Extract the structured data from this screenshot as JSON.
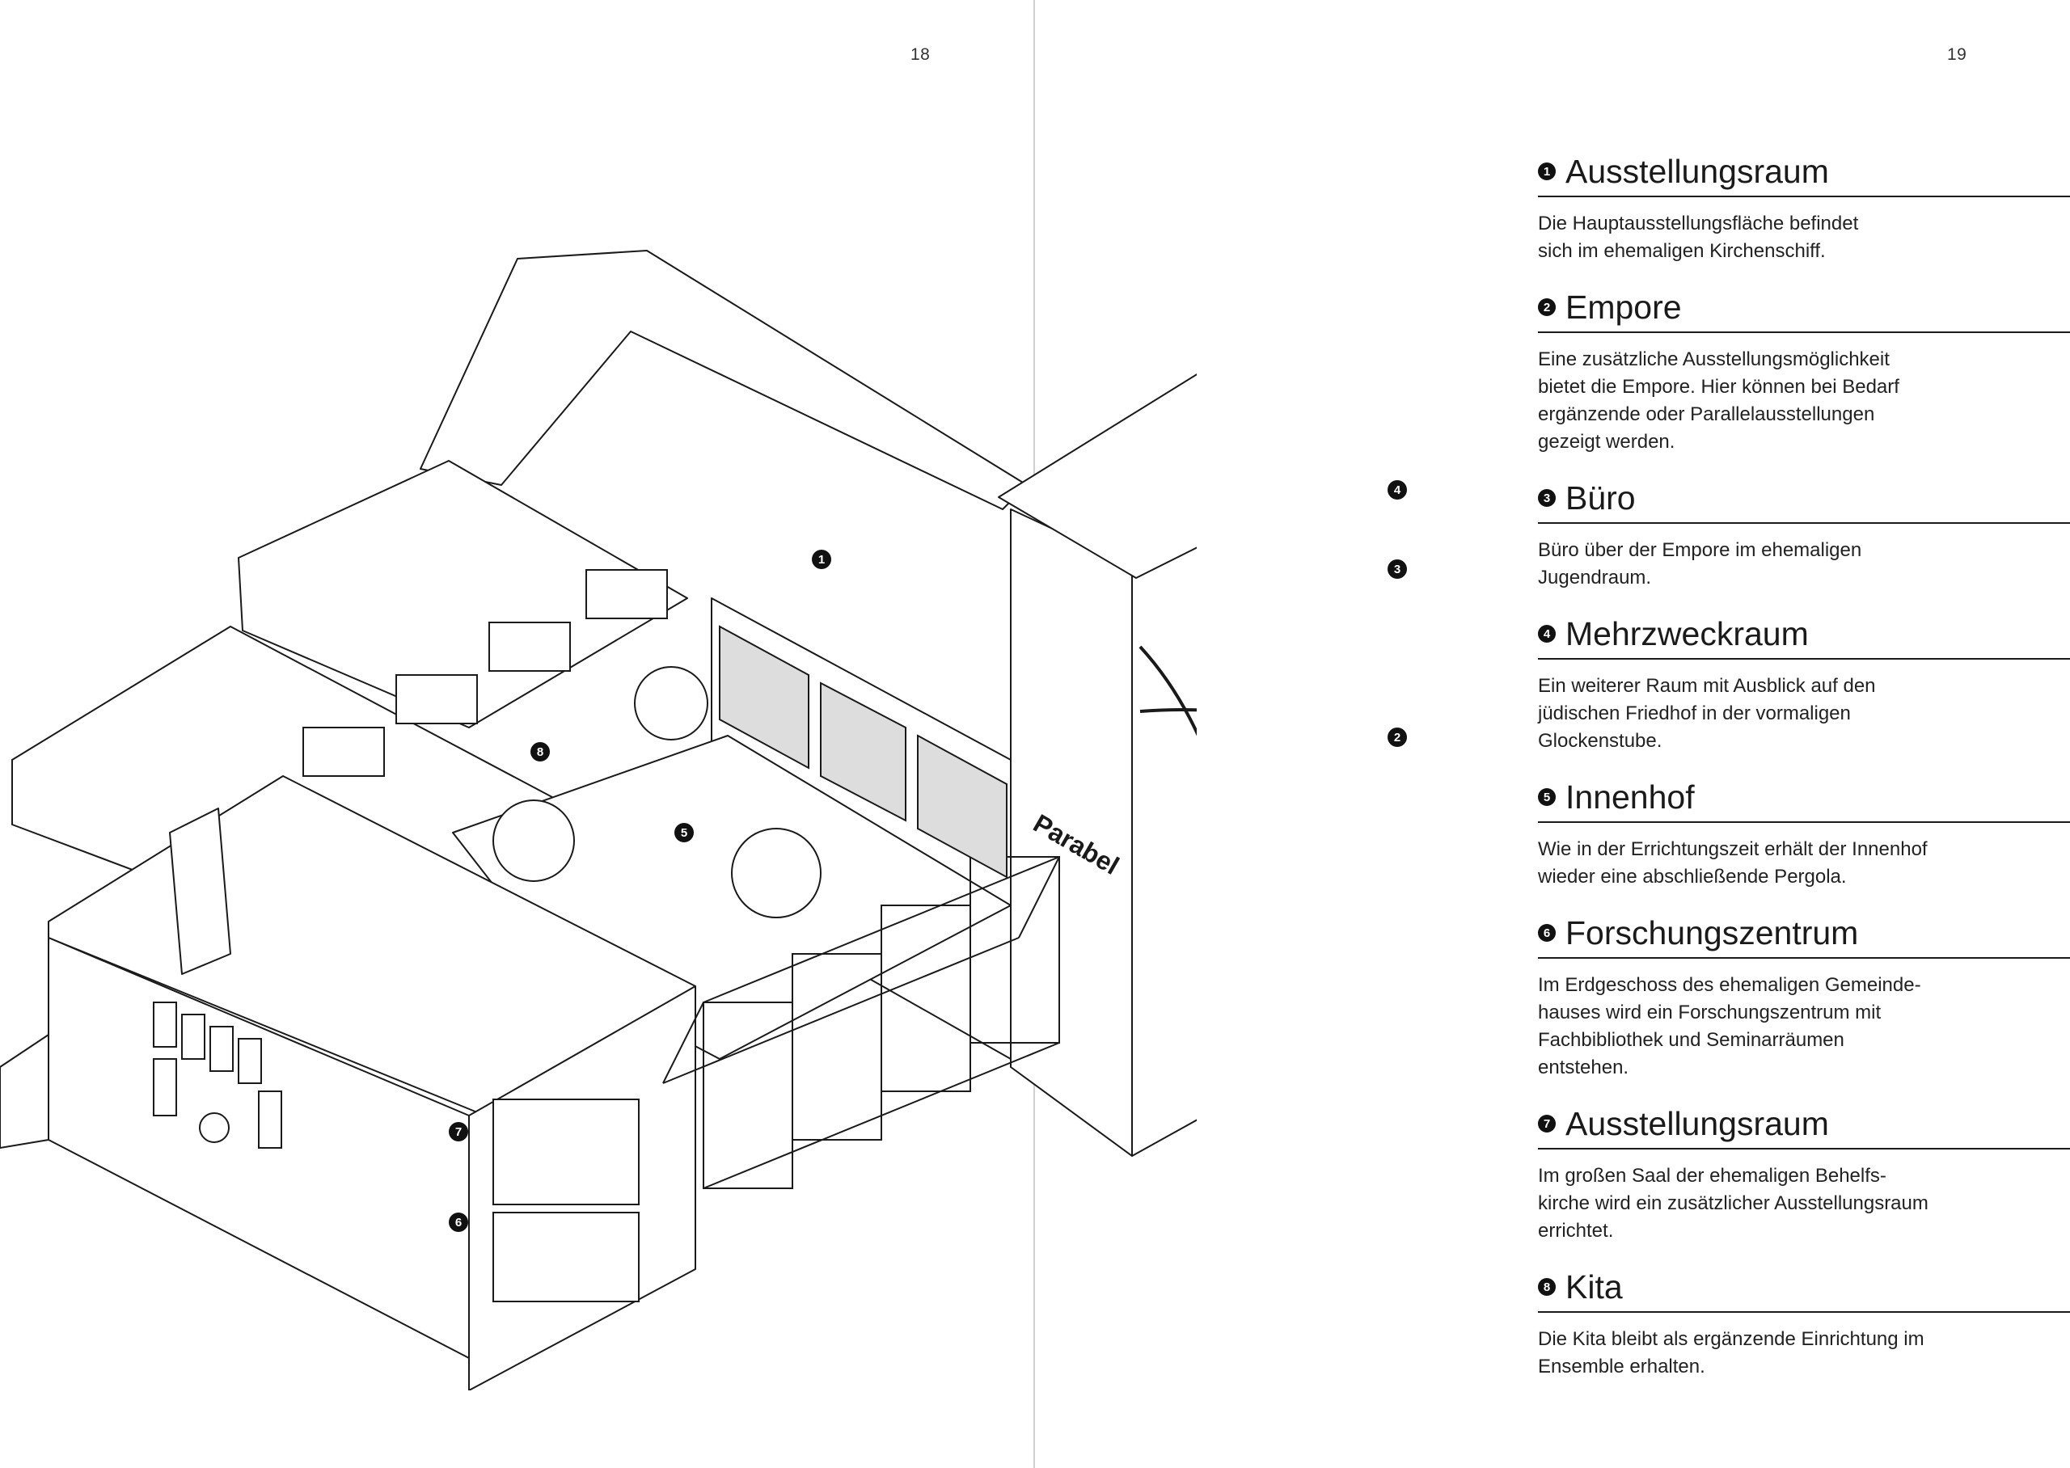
{
  "page_numbers": {
    "left": "18",
    "right": "19"
  },
  "illustration": {
    "sign_text": "Parabel",
    "markers": [
      "1",
      "2",
      "3",
      "4",
      "5",
      "6",
      "7",
      "8"
    ]
  },
  "legend": [
    {
      "number": "1",
      "title": "Ausstellungsraum",
      "lines": [
        "Die Hauptausstellungsfläche befindet",
        "sich im ehemaligen Kirchenschiff."
      ]
    },
    {
      "number": "2",
      "title": "Empore",
      "lines": [
        "Eine zusätzliche Ausstellungsmöglichkeit",
        "bietet die Empore. Hier können bei Bedarf",
        "ergänzende oder Parallelausstellungen",
        "gezeigt werden."
      ]
    },
    {
      "number": "3",
      "title": "Büro",
      "lines": [
        "Büro über der Empore im ehemaligen",
        "Jugendraum."
      ]
    },
    {
      "number": "4",
      "title": "Mehrzweckraum",
      "lines": [
        "Ein weiterer Raum mit Ausblick auf den",
        "jüdischen Friedhof in der vormaligen",
        "Glockenstube."
      ]
    },
    {
      "number": "5",
      "title": "Innenhof",
      "lines": [
        "Wie in der Errichtungszeit erhält der Innenhof",
        "wieder eine abschließende Pergola."
      ]
    },
    {
      "number": "6",
      "title": "Forschungszentrum",
      "lines": [
        "Im Erdgeschoss des ehemaligen Gemeinde-",
        "hauses wird ein Forschungszentrum mit",
        "Fachbibliothek und Seminarräumen",
        "entstehen."
      ]
    },
    {
      "number": "7",
      "title": "Ausstellungsraum",
      "lines": [
        "Im großen Saal der ehemaligen Behelfs-",
        "kirche wird ein zusätzlicher Ausstellungsraum",
        "errichtet."
      ]
    },
    {
      "number": "8",
      "title": "Kita",
      "lines": [
        "Die Kita bleibt als ergänzende Einrichtung im",
        "Ensemble erhalten."
      ]
    }
  ]
}
